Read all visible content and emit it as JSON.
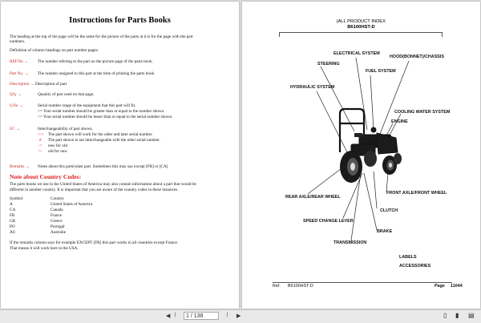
{
  "left_page": {
    "title": "Instructions for Parts Books",
    "intro": [
      "The heading at the top of the page will be the same for the picture of the parts at it is for the page with the part",
      "numbers."
    ],
    "columns_heading": "Definition of column headings on part number pages:",
    "definitions": [
      {
        "term": "REF.No",
        "lines": [
          "The number refering to the part on the picture page of the parts book."
        ]
      },
      {
        "term": "Part No.",
        "lines": [
          "The number assigned to this part at the time of printing the parts book."
        ]
      },
      {
        "term": "Description",
        "lines": [
          "Description of part"
        ]
      },
      {
        "term": "Q'ty",
        "lines": [
          "Quanity of part used on that page."
        ]
      },
      {
        "term": "S.No",
        "lines": [
          "Serial number range of the equipment that this part will fit.",
          ">=  Your serial number should be greater than or equal to the number shown.",
          "<=  Your serial number should be lesser than or equal to the serial number shown."
        ]
      },
      {
        "term": "I/C",
        "lines": [
          "Interchangeability of part shown.",
          "The part shown will work for the older and later serial number.",
          "The part shown is not interchangeable with the other serial number.",
          "new for old",
          "old for new"
        ]
      },
      {
        "term": "Remarks",
        "lines": [
          "Notes about this particulast part. Sometimes this may say except [FR] or [CA]"
        ]
      }
    ],
    "ic_symbols": [
      "<->",
      "#",
      "->",
      "<-"
    ],
    "country_heading": "Note about Country Codes:",
    "country_text": [
      "The parts books we use in the United States of America may also contain information about a part that would be",
      "different in another country. It is important that you are aware of the country codes in these instances."
    ],
    "country_table_header": {
      "symbol": "Symbol",
      "country": "Country"
    },
    "countries": [
      {
        "code": "A",
        "name": "United States of America"
      },
      {
        "code": "CA",
        "name": "Canada"
      },
      {
        "code": "FR",
        "name": "France"
      },
      {
        "code": "GR",
        "name": "Greece"
      },
      {
        "code": "PO",
        "name": "Portugal"
      },
      {
        "code": "AU",
        "name": "Australie"
      }
    ],
    "footer_text": [
      "If the remarks column says for example EXCEPT [FR] this part works in all countries except France.",
      "That means it will work here in the USA."
    ]
  },
  "right_page": {
    "header_line1": "|ALL PRODUCT INDEX",
    "header_line2": "B6100HST-D",
    "labels": {
      "electrical": "ELECTRICAL SYSTEM",
      "hood": "HOOD(BONNET)/CHASSIS",
      "steering": "STEERING",
      "fuel": "FUEL SYSTEM",
      "hydraulic": "HYDRAULIC SYSTEM",
      "cooling": "COOLING WATER SYSTEM",
      "engine": "ENGINE",
      "rear_axle": "REAR AXLE/REAR WHEEL",
      "front_axle": "FRONT AXLE/FRONT WHEEL",
      "clutch": "CLUTCH",
      "speed": "SPEED CHANGE LEVER",
      "brake": "BRAKE",
      "transmission": "TRANSMISSION",
      "labels": "LABELS",
      "accessories": "ACCESSORIES"
    },
    "footer_ref_label": "Ref.",
    "footer_ref_value": "B6100HST-D",
    "footer_page_label": "Page",
    "footer_page_value": "11044"
  },
  "toolbar": {
    "page_field": "1 / 138"
  }
}
